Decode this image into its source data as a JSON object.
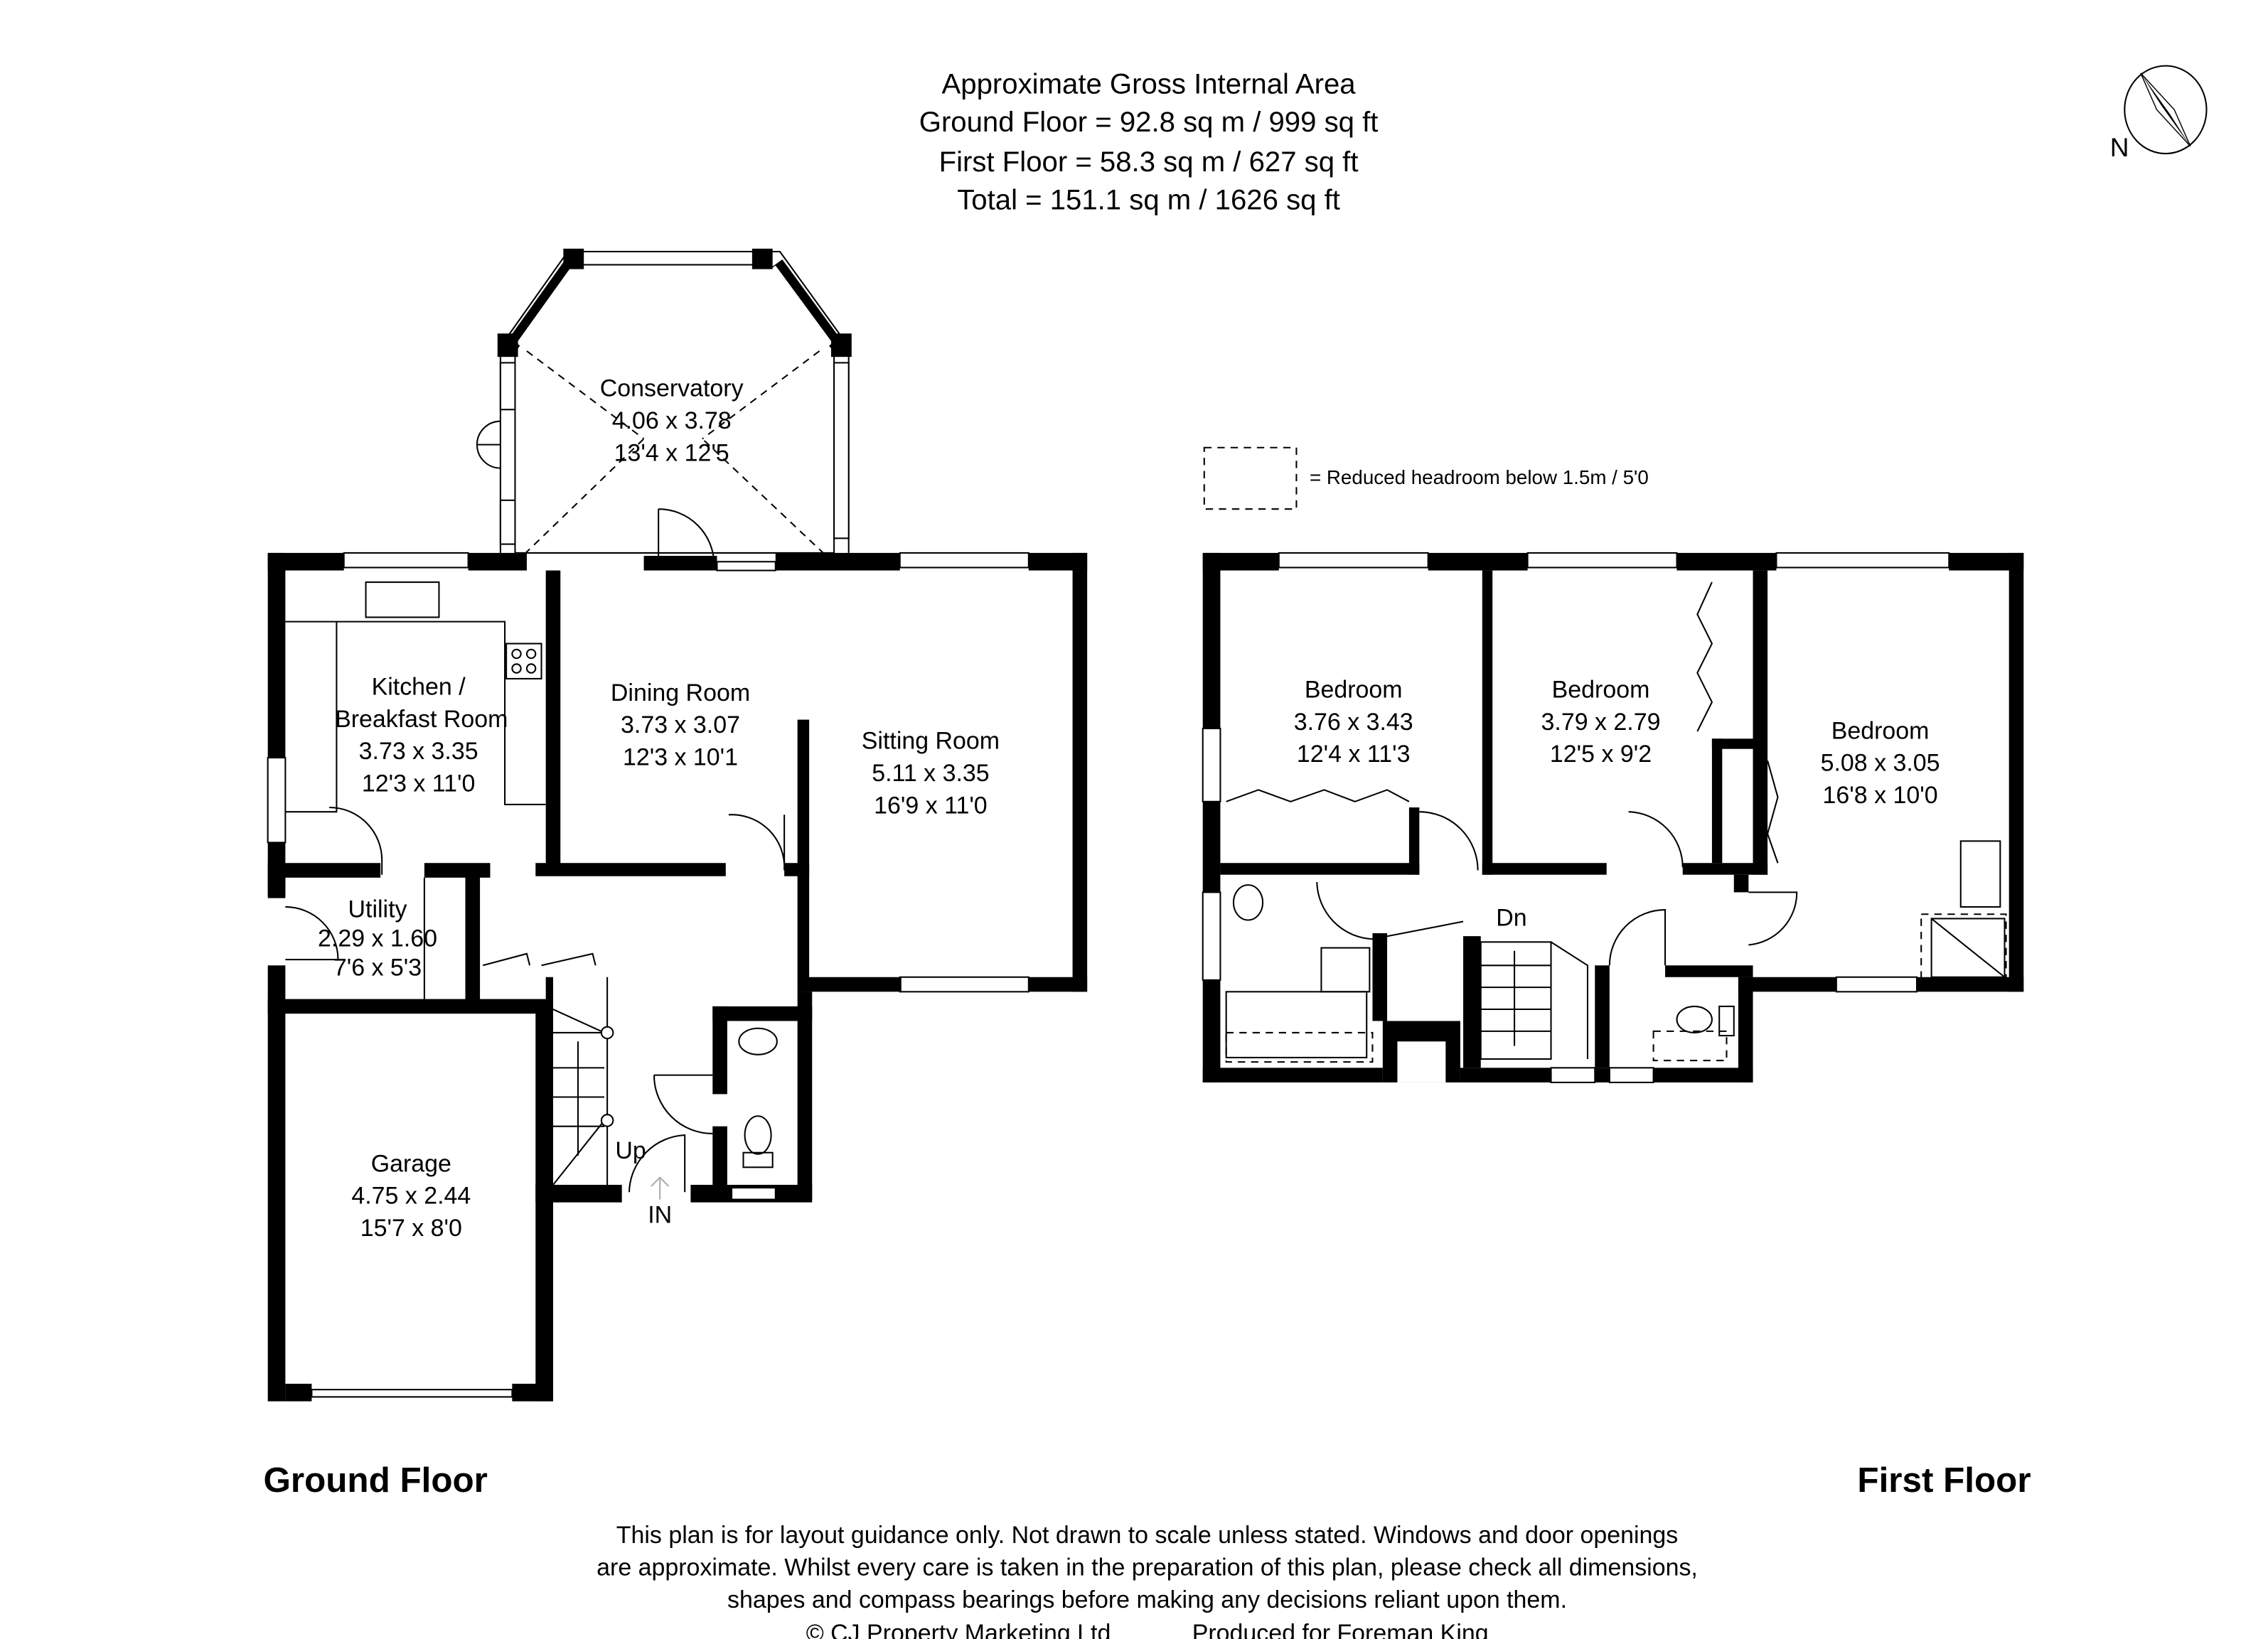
{
  "header": {
    "line1": "Approximate Gross Internal Area",
    "line2": "Ground Floor = 92.8 sq m / 999 sq ft",
    "line3": "First Floor = 58.3 sq m / 627 sq ft",
    "line4": "Total = 151.1 sq m / 1626 sq ft"
  },
  "compass": {
    "label": "N"
  },
  "legend": {
    "text": "= Reduced headroom below 1.5m / 5'0"
  },
  "ground_floor": {
    "label": "Ground Floor",
    "rooms": {
      "conservatory": {
        "name": "Conservatory",
        "metric": "4.06 x 3.78",
        "imperial": "13'4 x 12'5"
      },
      "kitchen": {
        "name_line1": "Kitchen /",
        "name_line2": "Breakfast Room",
        "metric": "3.73 x 3.35",
        "imperial": "12'3 x 11'0"
      },
      "dining": {
        "name": "Dining Room",
        "metric": "3.73 x 3.07",
        "imperial": "12'3 x 10'1"
      },
      "sitting": {
        "name": "Sitting Room",
        "metric": "5.11 x 3.35",
        "imperial": "16'9 x 11'0"
      },
      "utility": {
        "name": "Utility",
        "metric": "2.29 x 1.60",
        "imperial": "7'6 x 5'3"
      },
      "garage": {
        "name": "Garage",
        "metric": "4.75 x 2.44",
        "imperial": "15'7 x 8'0"
      }
    },
    "stairs_label": "Up",
    "entrance_label": "IN"
  },
  "first_floor": {
    "label": "First Floor",
    "rooms": {
      "bedroom1": {
        "name": "Bedroom",
        "metric": "3.76 x 3.43",
        "imperial": "12'4 x 11'3"
      },
      "bedroom2": {
        "name": "Bedroom",
        "metric": "3.79 x 2.79",
        "imperial": "12'5 x 9'2"
      },
      "bedroom3": {
        "name": "Bedroom",
        "metric": "5.08 x 3.05",
        "imperial": "16'8 x 10'0"
      }
    },
    "stairs_label": "Dn"
  },
  "footer": {
    "line1": "This plan is for layout guidance only. Not drawn to scale unless stated. Windows and door openings",
    "line2": "are approximate. Whilst every care is taken in the preparation of this plan, please check all dimensions,",
    "line3": "shapes and compass bearings before making any decisions reliant upon them.",
    "copyright": "© CJ Property Marketing Ltd",
    "produced_for": "Produced for Foreman King"
  }
}
